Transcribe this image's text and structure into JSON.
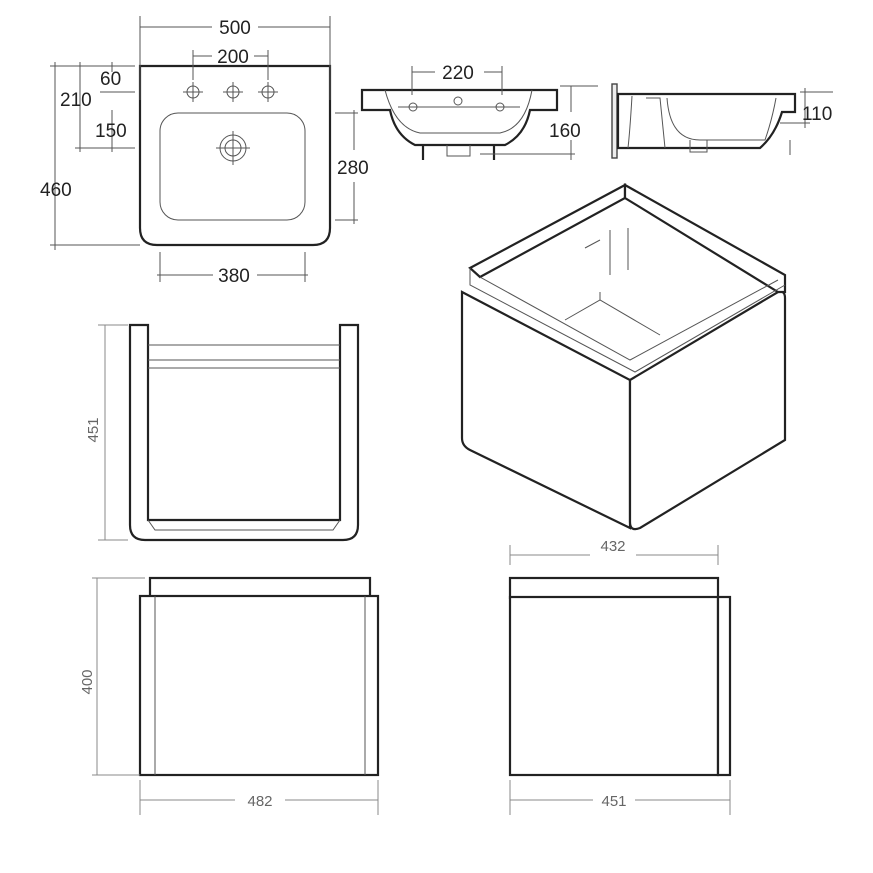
{
  "basin_top_view": {
    "width_overall": "500",
    "tap_span": "200",
    "tap_offset": "60",
    "tap_to_drain_total": "210",
    "tap_to_drain": "150",
    "depth_overall": "460",
    "bowl_depth": "280",
    "bowl_width": "380"
  },
  "basin_front_view": {
    "tap_span": "220",
    "height": "160"
  },
  "basin_side_view": {
    "rim_height": "110"
  },
  "cabinet_top_view": {
    "depth": "451"
  },
  "cabinet_iso_view": {
    "depth": "432"
  },
  "cabinet_front_view": {
    "height": "400",
    "width": "482"
  },
  "cabinet_side_view": {
    "depth": "451"
  }
}
